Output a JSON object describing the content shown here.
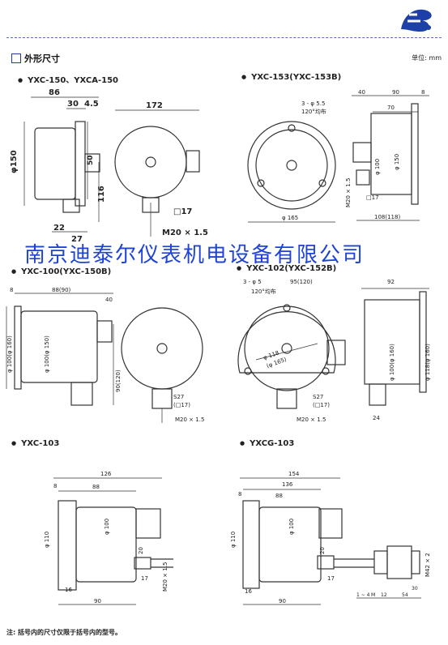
{
  "header": {
    "section_title": "外形尺寸",
    "unit": "单位: mm"
  },
  "watermark": "南京迪泰尔仪表机电设备有限公司",
  "drawings": [
    {
      "label": "YXC-150、YXCA-150",
      "dims": {
        "d86": "86",
        "d30": "30",
        "d45": "4.5",
        "d150": "φ150",
        "d50": "50",
        "d116": "116",
        "d22": "22",
        "d27": "27",
        "d172": "172",
        "sq": "□17",
        "thread": "M20 × 1.5"
      }
    },
    {
      "label": "YXC-153(YXC-153B)",
      "dims": {
        "d40": "40",
        "d90": "90",
        "d8": "8",
        "d70": "70",
        "holes": "3 - φ 5.5",
        "angle": "120°均布",
        "d165": "φ 165",
        "d150": "φ 150",
        "d100": "φ 100",
        "d108": "108(118)",
        "thread": "M20 × 1.5",
        "sq": "□17"
      }
    },
    {
      "label": "YXC-100(YXC-150B)",
      "dims": {
        "d8": "8",
        "d88": "88(90)",
        "d40": "40",
        "dout": "φ 100(φ 160)",
        "din": "φ 100(φ 150)",
        "d90": "90(120)",
        "s27": "S27",
        "sq": "(□17)",
        "thread": "M20 × 1.5"
      }
    },
    {
      "label": "YXC-102(YXC-152B)",
      "dims": {
        "holes": "3 - φ 5",
        "angle": "120°均布",
        "d95": "95(120)",
        "d92": "92",
        "d118": "φ 118",
        "d165": "(φ 165)",
        "dout": "φ 100(φ 160)",
        "din": "φ 118(φ 160)",
        "s27": "S27",
        "sq": "(□17)",
        "thread": "M20 × 1.5",
        "d24": "24"
      }
    },
    {
      "label": "YXC-103",
      "dims": {
        "d126": "126",
        "d8": "8",
        "d88": "88",
        "d100": "φ 100",
        "d110": "φ 110",
        "d20": "20",
        "d17": "17",
        "thread": "M20 × 1.5",
        "d16": "16",
        "d90": "90"
      }
    },
    {
      "label": "YXCG-103",
      "dims": {
        "d154": "154",
        "d136": "136",
        "d8": "8",
        "d88": "88",
        "d100": "φ 100",
        "d110": "φ 110",
        "d20": "20",
        "d16": "16",
        "d17": "17",
        "d90": "90",
        "d14": "1 ~ 4",
        "dm": "M",
        "d12": "12",
        "d54": "54",
        "d30": "30",
        "m42": "M42 × 2"
      }
    }
  ],
  "footnote": "注: 括号内的尺寸仅限于括号内的型号。"
}
